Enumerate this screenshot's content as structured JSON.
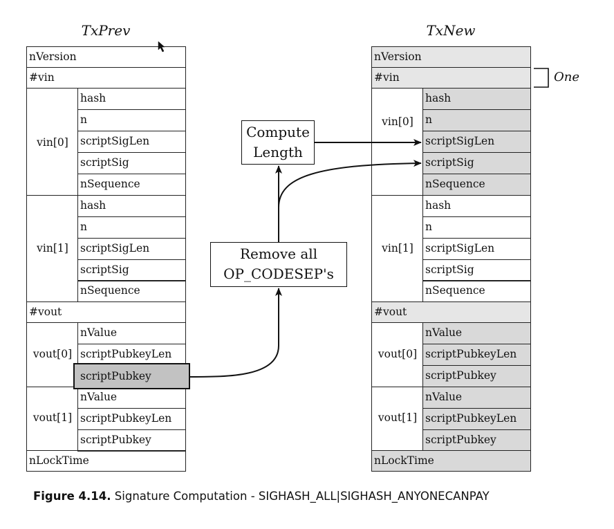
{
  "left_title": "TxPrev",
  "right_title": "TxNew",
  "fields": {
    "nversion": "nVersion",
    "vin_count": "#vin",
    "vout_count": "#vout",
    "nlocktime": "nLockTime",
    "hash": "hash",
    "n": "n",
    "scriptsiglen": "scriptSigLen",
    "scriptsig": "scriptSig",
    "nsequence": "nSequence",
    "nvalue": "nValue",
    "scriptpubkeylen": "scriptPubkeyLen",
    "scriptpubkey": "scriptPubkey"
  },
  "groups": {
    "vin0": "vin[0]",
    "vin1": "vin[1]",
    "vout0": "vout[0]",
    "vout1": "vout[1]"
  },
  "compute_box": {
    "line1": "Compute",
    "line2": "Length"
  },
  "remove_box": {
    "line1": "Remove all",
    "line2": "OP_CODESEP's"
  },
  "one_label": "One",
  "caption": {
    "figure": "Figure 4.14.",
    "text": " Signature Computation - SIGHASH_ALL|SIGHASH_ANYONECANPAY"
  }
}
